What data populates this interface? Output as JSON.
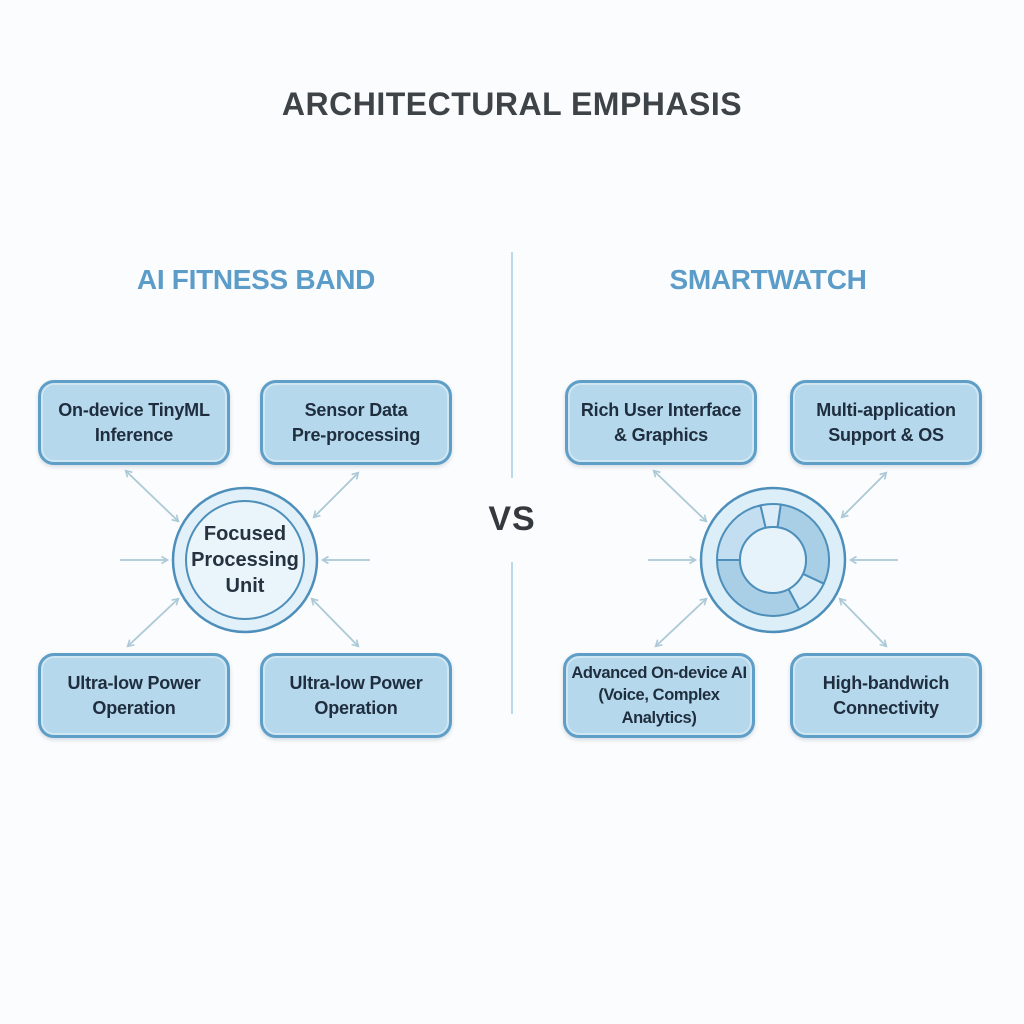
{
  "title": "ARCHITECTURAL EMPHASIS",
  "divider": {
    "vs_label": "VS"
  },
  "left_panel": {
    "heading": "AI FITNESS BAND",
    "hub_label": "Focused\nProcessing\nUnit",
    "boxes": [
      "On-device TinyML\nInference",
      "Sensor Data\nPre-processing",
      "Ultra-low Power\nOperation",
      "Ultra-low Power\nOperation"
    ]
  },
  "right_panel": {
    "heading": "SMARTWATCH",
    "hub_icon": "segmented-processor-ring",
    "boxes": [
      "Rich User Interface\n& Graphics",
      "Multi-application\nSupport & OS",
      "Advanced On-device AI\n(Voice, Complex Analytics)",
      "High-bandwich\nConnectivity"
    ]
  },
  "colors": {
    "heading_blue": "#5b9cc9",
    "box_fill": "#b6d8ec",
    "box_border": "#5f9fc7",
    "box_text": "#1f2e3e",
    "circle_stroke": "#4d8fba",
    "hub_fill_light": "#e6f3fb",
    "donut_segment_medium": "#a9cfe6",
    "donut_segment_light": "#d9ecf7",
    "arrow": "#abc9d6",
    "divider_line": "#b9dae7",
    "title_text": "#3e4347",
    "vs_text": "#35393e",
    "background": "#fbfcfd"
  }
}
